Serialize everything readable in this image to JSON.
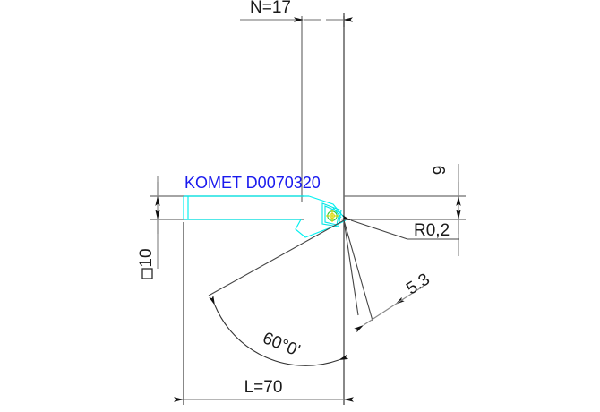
{
  "drawing": {
    "title_label": "KOMET D0070320",
    "brand_color": "#1a1aee",
    "geometry_color": "#00f0f0",
    "dimensions": {
      "top_width": "N=17",
      "overall_length": "L=70",
      "shank_height": "10",
      "head_height": "9",
      "corner_radius": "R0,2",
      "insert_width": "5.3",
      "lead_angle": "60°0'",
      "square_symbol": "□"
    },
    "annotations": {
      "n_label": "N=17",
      "l_label": "L=70",
      "ten_label": "10",
      "nine_label": "9",
      "radius_label": "R0,2",
      "five_three_label": "5.3",
      "angle_label": "60°0'",
      "profile_symbol": "□"
    },
    "icons": {
      "square_profile": "square-icon",
      "insert_center": "center-mark-icon"
    }
  }
}
